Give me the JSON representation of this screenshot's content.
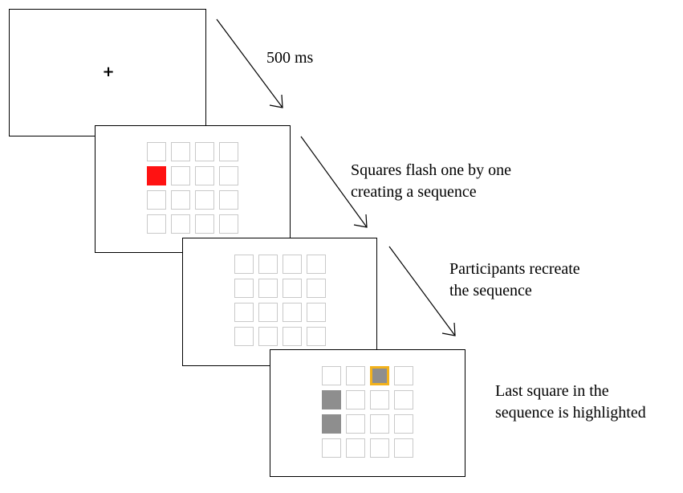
{
  "fixation": {
    "symbol": "+"
  },
  "captions": {
    "step1": [
      "500 ms"
    ],
    "step2": [
      "Squares flash one by one",
      "creating a sequence"
    ],
    "step3": [
      "Participants recreate",
      "the sequence"
    ],
    "step4": [
      "Last square in the",
      "sequence is highlighted"
    ]
  },
  "grid": {
    "rows": 4,
    "cols": 4
  },
  "grid_states": {
    "encoding": {
      "flash": [
        [
          1,
          0
        ]
      ]
    },
    "recall": {},
    "feedback": {
      "selected": [
        [
          1,
          0
        ],
        [
          2,
          0
        ]
      ],
      "last": [
        [
          0,
          2
        ]
      ]
    }
  },
  "colors": {
    "flash": "#ff1212",
    "selected": "#8e8e8e",
    "last_outline": "#f2b21c",
    "cell_border": "#c9c9c9"
  }
}
